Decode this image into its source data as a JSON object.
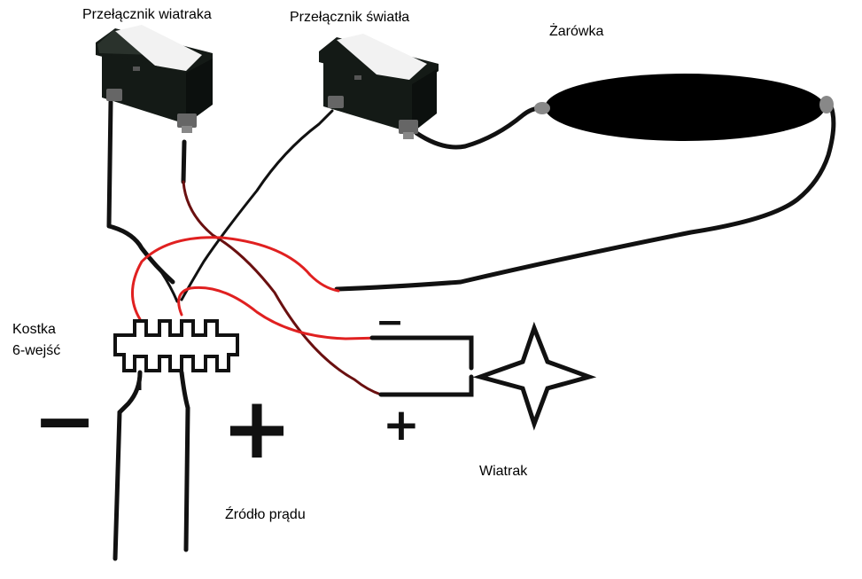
{
  "labels": {
    "fan_switch": "Przełącznik wiatraka",
    "light_switch": "Przełącznik światła",
    "bulb": "Żarówka",
    "terminal_block_line1": "Kostka",
    "terminal_block_line2": "6-wejść",
    "fan": "Wiatrak",
    "power_source": "Źródło prądu"
  },
  "symbols": {
    "minus": "−",
    "plus": "+"
  },
  "colors": {
    "wire_black": "#111111",
    "wire_red": "#e02020",
    "wire_dark_red": "#6a1010",
    "switch_body": "#141a16",
    "switch_rocker": "#f2f2f2",
    "bulb_fill": "#000000",
    "bulb_cap": "#888888"
  }
}
